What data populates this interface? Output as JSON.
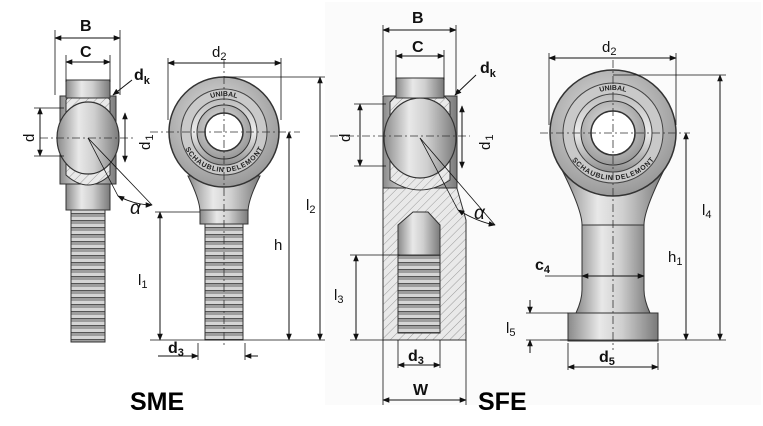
{
  "labels": {
    "sme": {
      "B": "B",
      "C": "C",
      "dk": "d",
      "dk_sub": "k",
      "d": "d",
      "d1": "d",
      "d1_sub": "1",
      "alpha": "α",
      "d2": "d",
      "d2_sub": "2",
      "l1": "l",
      "l1_sub": "1",
      "h": "h",
      "l2": "l",
      "l2_sub": "2",
      "d3": "d",
      "d3_sub": "3"
    },
    "sfe": {
      "B": "B",
      "C": "C",
      "dk": "d",
      "dk_sub": "k",
      "d": "d",
      "d1": "d",
      "d1_sub": "1",
      "alpha": "α",
      "l3": "l",
      "l3_sub": "3",
      "d3": "d",
      "d3_sub": "3",
      "W": "W",
      "d2": "d",
      "d2_sub": "2",
      "c4": "c",
      "c4_sub": "4",
      "h1": "h",
      "h1_sub": "1",
      "l4": "l",
      "l4_sub": "4",
      "l5": "l",
      "l5_sub": "5",
      "d5": "d",
      "d5_sub": "5"
    }
  },
  "ring_text": {
    "top": "UNIBAL",
    "bottom": "SCHAUBLIN DELEMONT"
  },
  "titles": {
    "sme": "SME",
    "sfe": "SFE"
  }
}
